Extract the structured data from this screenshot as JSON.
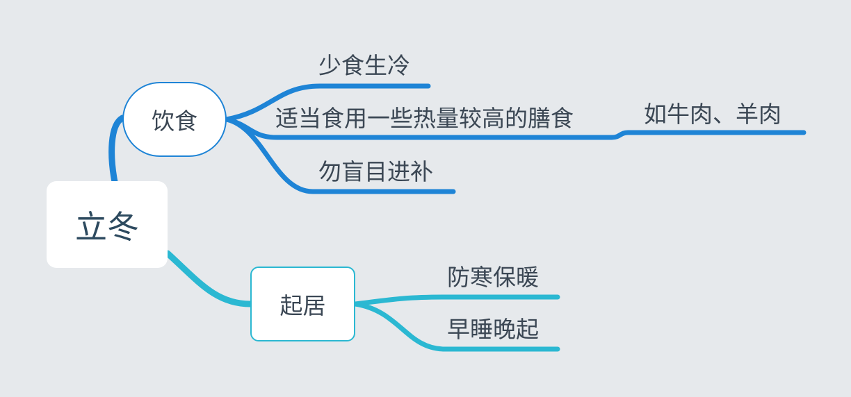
{
  "colors": {
    "background": "#e6e9ec",
    "branch_diet": "#1e84d6",
    "branch_living": "#2bb8d2",
    "text": "#3b4754",
    "node_fill": "#ffffff"
  },
  "mindmap": {
    "root": "立冬",
    "branches": [
      {
        "label": "饮食",
        "children": [
          {
            "label": "少食生冷"
          },
          {
            "label": "适当食用一些热量较高的膳食",
            "children": [
              {
                "label": "如牛肉、羊肉"
              }
            ]
          },
          {
            "label": "勿盲目进补"
          }
        ]
      },
      {
        "label": "起居",
        "children": [
          {
            "label": "防寒保暖"
          },
          {
            "label": "早睡晚起"
          }
        ]
      }
    ]
  }
}
